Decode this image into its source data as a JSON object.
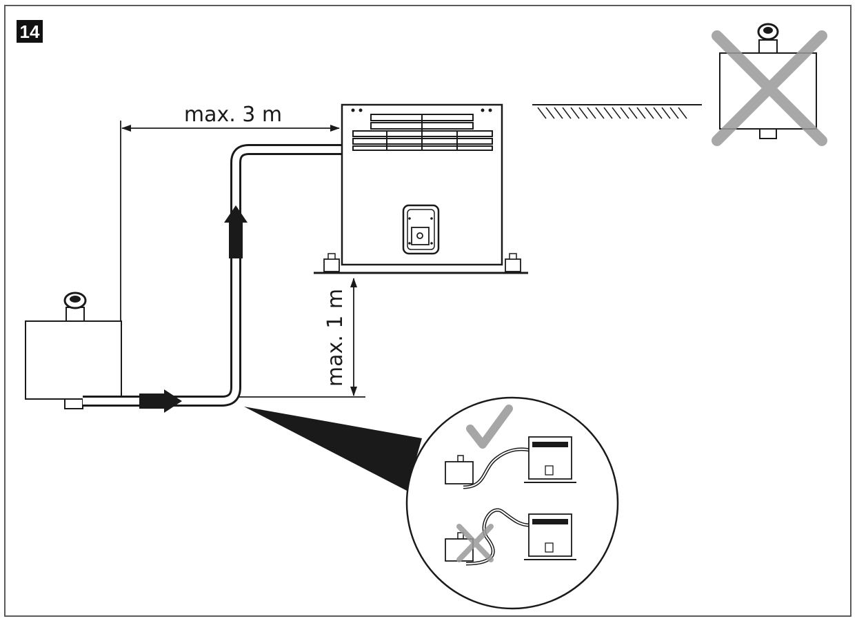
{
  "step_number": "14",
  "labels": {
    "max_horizontal": "max. 3 m",
    "max_vertical": "max. 1 m"
  },
  "colors": {
    "line": "#1a1a1a",
    "cross": "#9a9a9a",
    "check": "#a6a6a6",
    "magnifier_beam": "#1a1a1a"
  },
  "icons": {
    "correct": "check-mark-icon",
    "wrong": "cross-mark-icon"
  }
}
